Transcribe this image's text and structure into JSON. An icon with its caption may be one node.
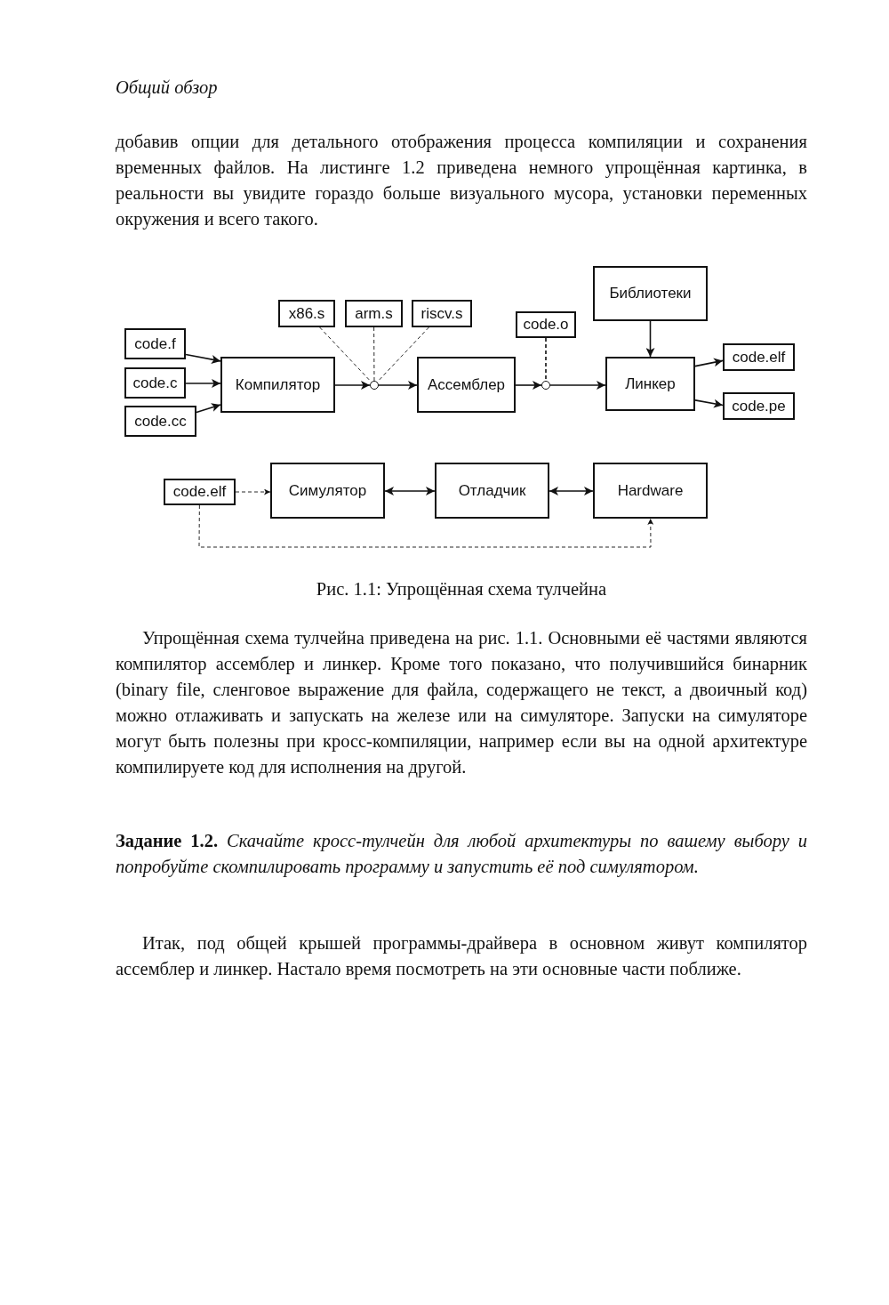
{
  "diagram": {
    "caption": "Рис. 1.1: Упрощённая схема тулчейна",
    "nodes": [
      {
        "text": [
          "code.f"
        ]
      },
      {
        "text": [
          "code.c"
        ]
      },
      {
        "text": [
          "code.cc"
        ]
      },
      {
        "text": [
          "Компилятор"
        ]
      },
      {
        "text": [
          "x86.s"
        ]
      },
      {
        "text": [
          "arm.s"
        ]
      },
      {
        "text": [
          "riscv.s"
        ]
      },
      {
        "text": [],
        "shape": "circle"
      },
      {
        "text": [
          "Ассемблер"
        ]
      },
      {
        "text": [
          "code.o"
        ]
      },
      {
        "text": [],
        "shape": "circle"
      },
      {
        "text": [
          "Библиотеки"
        ]
      },
      {
        "text": [
          "Линкер"
        ]
      },
      {
        "text": [
          "code.elf"
        ]
      },
      {
        "text": [
          "code.pe"
        ]
      },
      {
        "text": [
          "code.elf"
        ]
      },
      {
        "text": [
          "Симулятор"
        ]
      },
      {
        "text": [
          "Отладчик"
        ]
      },
      {
        "text": [
          "Hardware"
        ]
      }
    ],
    "edges": [
      {
        "from": 0,
        "to": 3,
        "arrow": "to"
      },
      {
        "from": 1,
        "to": 3,
        "arrow": "to"
      },
      {
        "from": 2,
        "to": 3,
        "arrow": "to"
      },
      {
        "from": 3,
        "to": 7,
        "arrow": "to"
      },
      {
        "from": 4,
        "to": 7,
        "arrow": "none",
        "style": "dashed"
      },
      {
        "from": 5,
        "to": 7,
        "arrow": "none",
        "style": "dashed"
      },
      {
        "from": 6,
        "to": 7,
        "arrow": "none",
        "style": "dashed"
      },
      {
        "from": 7,
        "to": 8,
        "arrow": "to"
      },
      {
        "from": 8,
        "to": 10,
        "arrow": "to"
      },
      {
        "from": 9,
        "to": 10,
        "arrow": "none",
        "style": "dashed"
      },
      {
        "from": 10,
        "to": 12,
        "arrow": "to"
      },
      {
        "from": 11,
        "to": 12,
        "arrow": "to"
      },
      {
        "from": 12,
        "to": 13,
        "arrow": "to"
      },
      {
        "from": 12,
        "to": 14,
        "arrow": "to"
      },
      {
        "from": 15,
        "to": 16,
        "arrow": "to",
        "style": "dashed"
      },
      {
        "from": 16,
        "to": 17,
        "arrow": "both"
      },
      {
        "from": 17,
        "to": 18,
        "arrow": "both"
      },
      {
        "from": 15,
        "to": 18,
        "arrow": "to",
        "style": "dashed"
      }
    ],
    "labels": [
      "Общий обзор",
      "добавив опции для детального отображения процесса компиляции и сохранения временных файлов. На листинге 1.2 приведена немного упрощённая картинка, в реальности вы увидите гораздо больше визуального мусора, установки переменных окружения и всего такого.",
      "Упрощённая схема тулчейна приведена на рис. 1.1. Основными её частями являются компилятор ассемблер и линкер. Кроме того показано, что получившийся бинарник (binary file, сленговое выражение для файла, содержащего не текст, а двоичный код) можно отлаживать и запускать на железе или на симуляторе. Запуски на симуляторе могут быть полезны при кросс-компиляции, например если вы на одной архитектуре компилируете код для исполнения на другой.",
      "**Задание 1.2.** *Скачайте кросс-тулчейн для любой архитектуры по вашему выбору и попробуйте скомпилировать программу и запустить её под симулятором.*",
      "Итак, под общей крышей программы-драйвера в основном живут компилятор ассемблер и линкер. Настало время посмотреть на эти основные части поближе."
    ]
  }
}
